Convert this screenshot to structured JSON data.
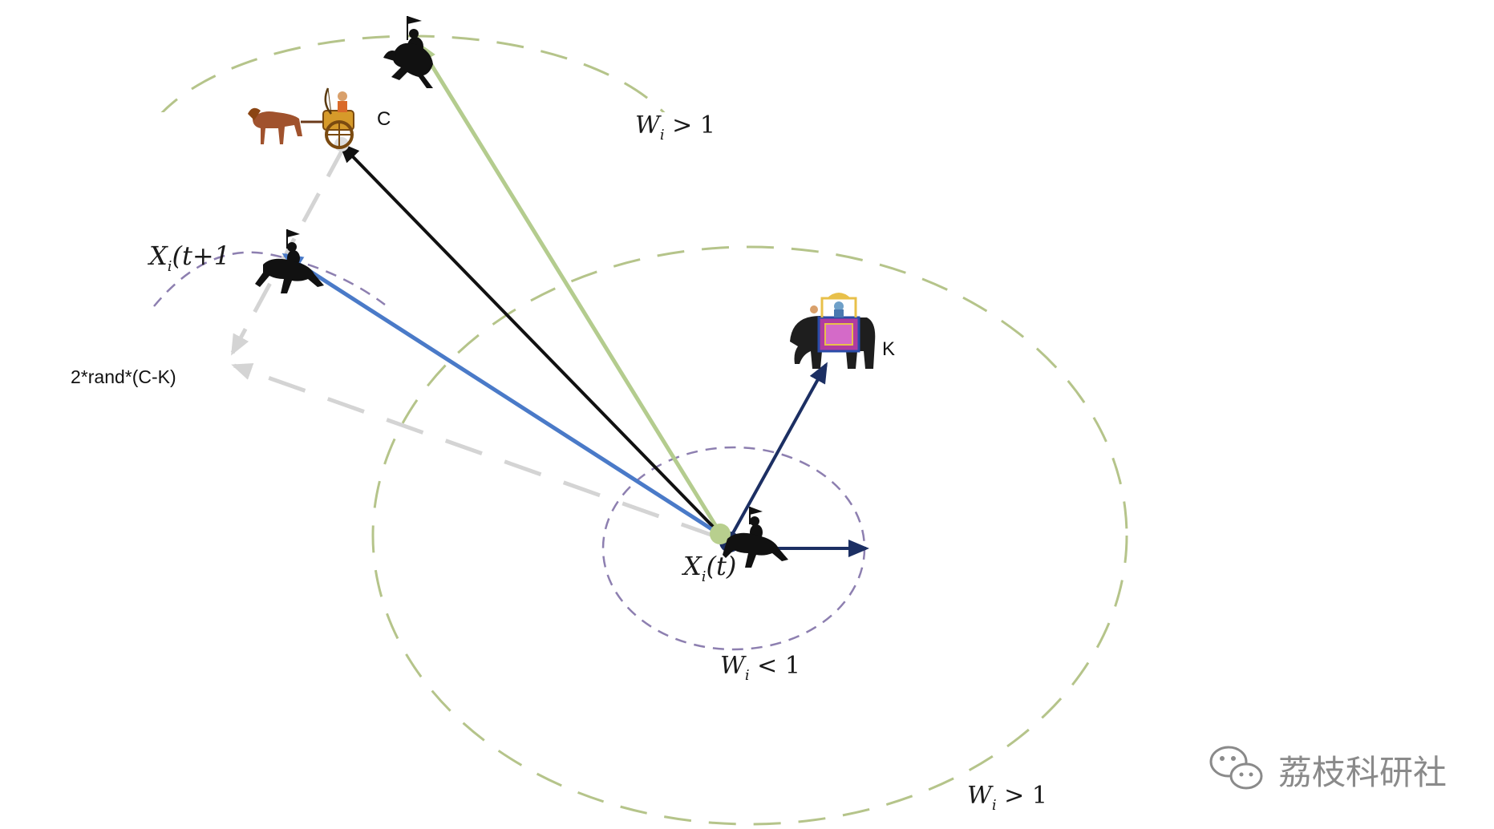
{
  "labels": {
    "C": "C",
    "K": "K",
    "xi_t": "X",
    "xi_t_sub": "i",
    "xi_t_arg": "(t)",
    "xi_t1": "X",
    "xi_t1_sub": "i",
    "xi_t1_arg": "(t+1",
    "rand_term": "2*rand*(C-K)",
    "w_top": "W",
    "w_top_sub": "i",
    "w_top_rel": " > 1",
    "w_inner": "W",
    "w_inner_sub": "i",
    "w_inner_rel": " < 1",
    "w_bottom": "W",
    "w_bottom_sub": "i",
    "w_bottom_rel": " > 1"
  },
  "watermark": {
    "text": "荔枝科研社",
    "icon": "wechat-icon"
  },
  "icons": {
    "chariot": "chariot-archer-icon",
    "elephant": "war-elephant-icon",
    "horse_rider": "horse-rider-icon",
    "rider_standing": "rider-icon"
  },
  "colors": {
    "green_circle": "#b5c48a",
    "purple_circle": "#8d7fb0",
    "black_arrow": "#111111",
    "green_arrow": "#b4cc8e",
    "blue_arrow": "#4a7ac8",
    "navy_arrow": "#1c2f63",
    "gray_dash": "#d4d4d4"
  }
}
